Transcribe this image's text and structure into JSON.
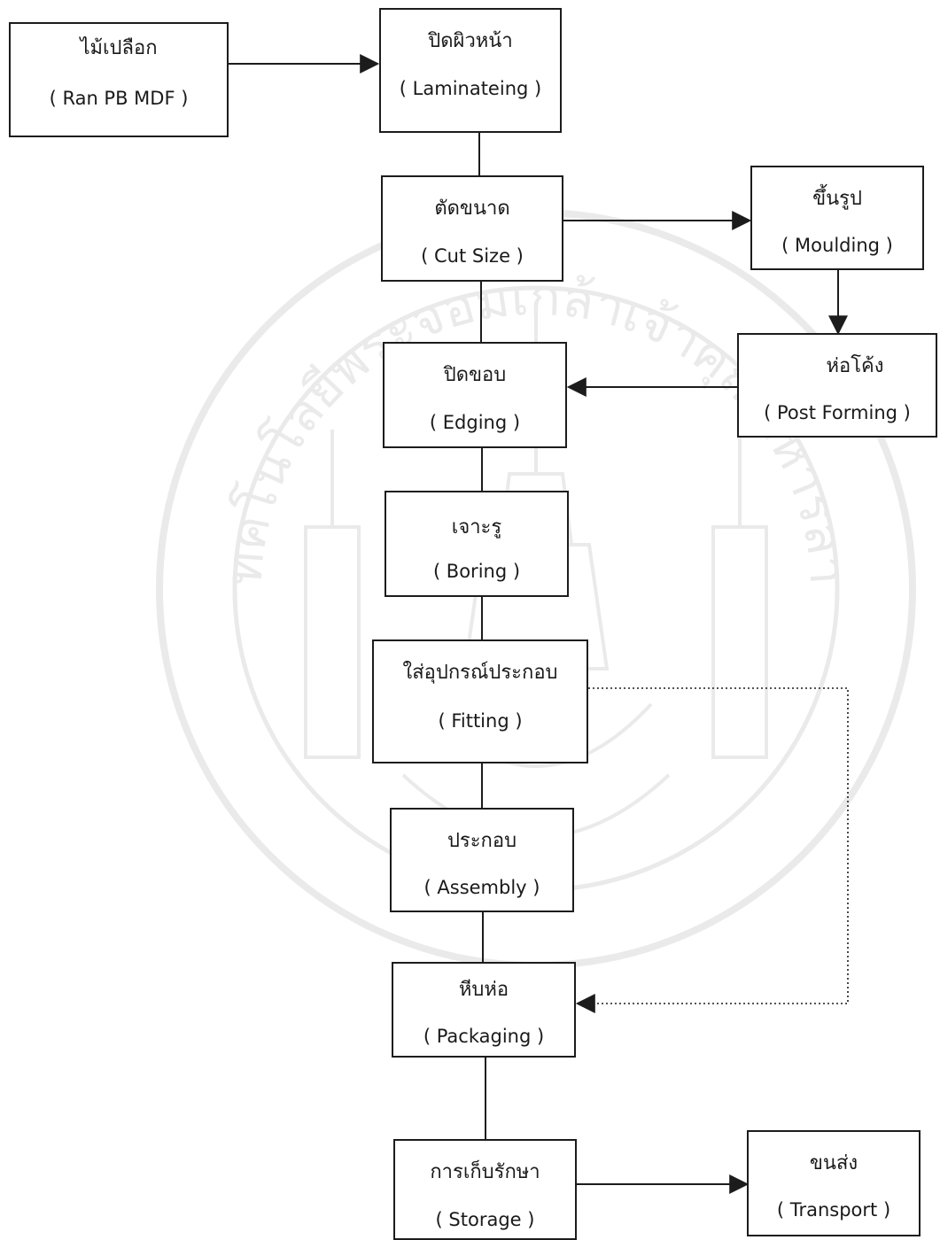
{
  "steps": {
    "raw_material": {
      "th": "ไม้เปลือก",
      "en": "( Ran PB MDF )"
    },
    "laminating": {
      "th": "ปิดผิวหน้า",
      "en": "( Laminateing )"
    },
    "cut_size": {
      "th": "ตัดขนาด",
      "en": "( Cut Size )"
    },
    "moulding": {
      "th": "ขึ้นรูป",
      "en": "( Moulding )"
    },
    "post_forming": {
      "th": "ห่อโค้ง",
      "en": "( Post Forming )"
    },
    "edging": {
      "th": "ปิดขอบ",
      "en": "( Edging )"
    },
    "boring": {
      "th": "เจาะรู",
      "en": "( Boring )"
    },
    "fitting": {
      "th": "ใส่อุปกรณ์ประกอบ",
      "en": "( Fitting )"
    },
    "assembly": {
      "th": "ประกอบ",
      "en": "( Assembly )"
    },
    "packaging": {
      "th": "หีบห่อ",
      "en": "( Packaging )"
    },
    "storage": {
      "th": "การเก็บรักษา",
      "en": "( Storage )"
    },
    "transport": {
      "th": "ขนส่ง",
      "en": "( Transport )"
    }
  },
  "watermark": {
    "top_text": "สถาบันเทคโนโลยีพระจอมเกล้าเจ้าคุณทหารลาดกระบัง"
  },
  "colors": {
    "line": "#1c1c1c",
    "watermark": "#9a9a9a"
  }
}
